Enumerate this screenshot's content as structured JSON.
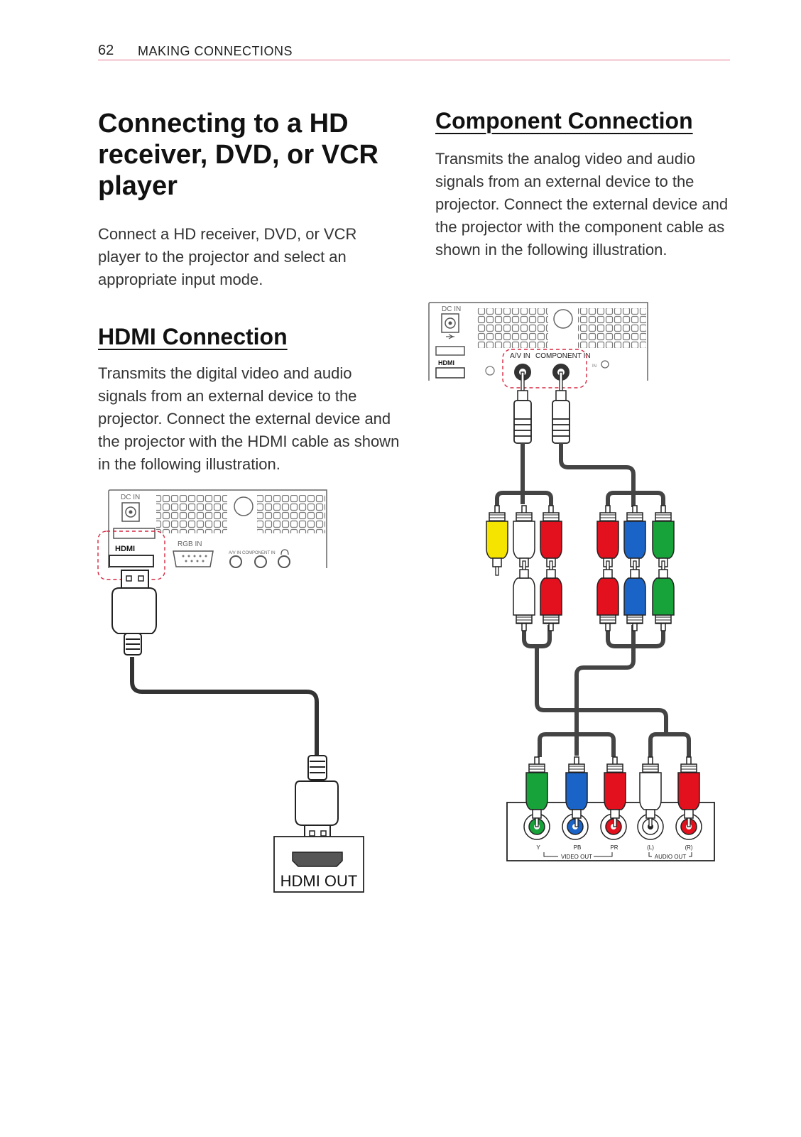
{
  "header": {
    "page_number": "62",
    "section": "MAKING CONNECTIONS"
  },
  "title": "Connecting to a HD receiver, DVD, or VCR player",
  "intro": "Connect a HD receiver, DVD, or VCR player to the projector and select an appropriate input mode.",
  "hdmi": {
    "heading": "HDMI Connection",
    "body": "Transmits the digital video and audio signals from an external device to the projector. Connect the external device and the projector with the HDMI cable as shown in the following illustration.",
    "diagram": {
      "dc_in": "DC IN",
      "hdmi_logo": "HDMI",
      "rgb_in": "RGB IN",
      "av_component_in": "A/V IN COMPONENT IN",
      "hdmi_out": "HDMI OUT"
    }
  },
  "component": {
    "heading": "Component Connection",
    "body": "Transmits the analog video and audio signals from an external device to the projector. Connect the external device and the projector with the component cable as shown in the following illustration.",
    "diagram": {
      "dc_in": "DC IN",
      "hdmi_logo": "HDMI",
      "av_in": "A/V IN",
      "component_in": "COMPONENT IN",
      "in_label": "IN",
      "port_y": "Y",
      "port_pb": "PB",
      "port_pr": "PR",
      "port_l": "(L)",
      "port_r": "(R)",
      "video_out": "VIDEO OUT",
      "audio_out": "AUDIO OUT"
    }
  },
  "colors": {
    "yellow": "#f5e400",
    "white": "#ffffff",
    "red": "#e3101d",
    "blue": "#1a64c8",
    "green": "#17a23a",
    "accent_line": "#e5748c"
  }
}
